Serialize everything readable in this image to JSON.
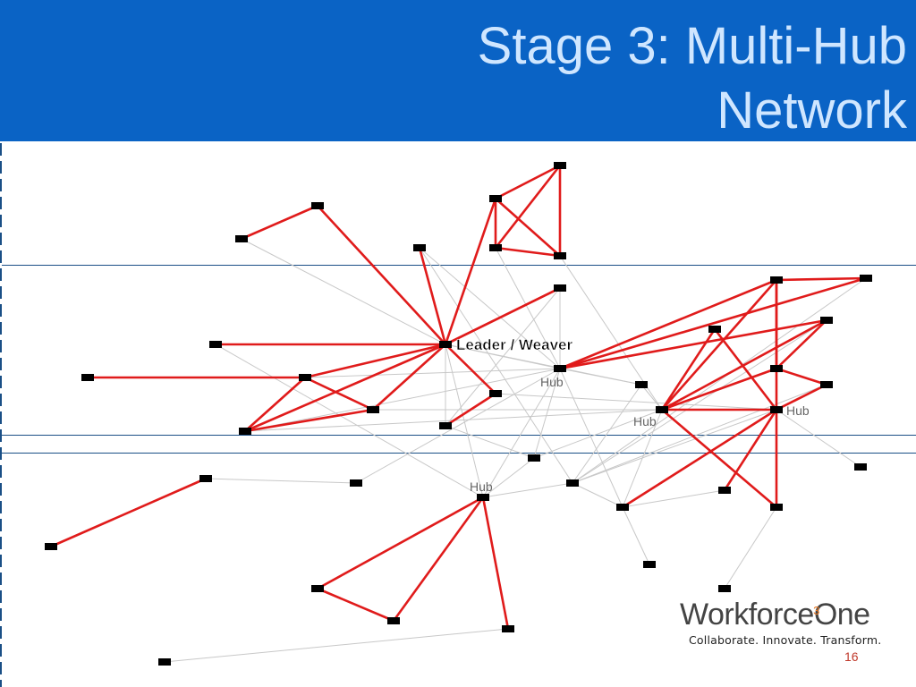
{
  "slide": {
    "title_line1": "Stage 3: Multi-Hub",
    "title_line2": "Network",
    "page_number": "16"
  },
  "logo": {
    "word_before": "Workforc",
    "ring_letter": "e",
    "superscript": "3",
    "word_after": "One",
    "tagline": "Collaborate.  Innovate.  Transform."
  },
  "colors": {
    "header_bg": "#0a63c5",
    "title_text": "#cfe6ff",
    "strong_tie": "#e01b1b",
    "weak_tie": "#c8c8c8",
    "node": "#000000",
    "logo_accent": "#e87722"
  },
  "network": {
    "labels": [
      {
        "node": "n_leader",
        "text": "Leader / Weaver",
        "style": "bold"
      },
      {
        "node": "n_hub1",
        "text": "Hub",
        "style": "gray"
      },
      {
        "node": "n_hub2",
        "text": "Hub",
        "style": "gray"
      },
      {
        "node": "n_hub3",
        "text": "Hub",
        "style": "gray"
      },
      {
        "node": "n_hub4",
        "text": "Hub",
        "style": "gray"
      }
    ],
    "strong_edges": [
      [
        "n_t1",
        "n_t2"
      ],
      [
        "n_t1",
        "n_t3"
      ],
      [
        "n_t1",
        "n_t4"
      ],
      [
        "n_t2",
        "n_t3"
      ],
      [
        "n_t2",
        "n_t4"
      ],
      [
        "n_t3",
        "n_t4"
      ],
      [
        "n_leader",
        "n_t2"
      ],
      [
        "n_leader",
        "n_a"
      ],
      [
        "n_leader",
        "n_b"
      ],
      [
        "n_leader",
        "n_c"
      ],
      [
        "n_leader",
        "n_d"
      ],
      [
        "n_leader",
        "n_e"
      ],
      [
        "n_leader",
        "n_f"
      ],
      [
        "n_leader",
        "n_g"
      ],
      [
        "n_leader",
        "n_h"
      ],
      [
        "n_leader",
        "n_i"
      ],
      [
        "n_a",
        "n_left1"
      ],
      [
        "n_e",
        "n_far_left"
      ],
      [
        "n_e",
        "n_f"
      ],
      [
        "n_e",
        "n_i"
      ],
      [
        "n_f",
        "n_i"
      ],
      [
        "n_h",
        "n_j"
      ],
      [
        "n_hub1",
        "n_r1"
      ],
      [
        "n_hub1",
        "n_r2"
      ],
      [
        "n_hub1",
        "n_r3"
      ],
      [
        "n_hub2",
        "n_r4"
      ],
      [
        "n_hub2",
        "n_r5"
      ],
      [
        "n_hub2",
        "n_r1"
      ],
      [
        "n_hub2",
        "n_r3"
      ],
      [
        "n_hub2",
        "n_bot2"
      ],
      [
        "n_hub2",
        "n_hub4"
      ],
      [
        "n_r1",
        "n_r5"
      ],
      [
        "n_r1",
        "n_r2"
      ],
      [
        "n_r1",
        "n_hub4"
      ],
      [
        "n_r5",
        "n_r6"
      ],
      [
        "n_r5",
        "n_rr"
      ],
      [
        "n_r6",
        "n_hub4"
      ],
      [
        "n_r4",
        "n_hub4"
      ],
      [
        "n_hub4",
        "n_bot1"
      ],
      [
        "n_hub4",
        "n_bot2"
      ],
      [
        "n_hub3",
        "n_s1"
      ],
      [
        "n_hub3",
        "n_s2"
      ],
      [
        "n_hub3",
        "n_s3"
      ],
      [
        "n_s1",
        "n_s2"
      ],
      [
        "n_ll",
        "n_k"
      ]
    ],
    "weak_edges": [
      [
        "n_left1",
        "n_leader"
      ],
      [
        "n_t3",
        "n_hub1"
      ],
      [
        "n_t4",
        "n_hub2"
      ],
      [
        "n_b",
        "n_hub1"
      ],
      [
        "n_leader",
        "n_hub1"
      ],
      [
        "n_leader",
        "n_hub3"
      ],
      [
        "n_leader",
        "n_m"
      ],
      [
        "n_leader",
        "n_j"
      ],
      [
        "n_hub1",
        "n_m"
      ],
      [
        "n_hub1",
        "n_x1"
      ],
      [
        "n_hub1",
        "n_hub3"
      ],
      [
        "n_h",
        "n_hub4"
      ],
      [
        "n_f",
        "n_hub2"
      ],
      [
        "n_i",
        "n_hub1"
      ],
      [
        "n_j",
        "n_x1"
      ],
      [
        "n_m",
        "n_x2"
      ],
      [
        "n_x1",
        "n_hub2"
      ],
      [
        "n_x2",
        "n_hub4"
      ],
      [
        "n_x2",
        "n_bot1"
      ],
      [
        "n_x2",
        "n_r3"
      ],
      [
        "n_hub3",
        "n_x1"
      ],
      [
        "n_hub3",
        "n_x2"
      ],
      [
        "n_bot1",
        "n_hub2"
      ],
      [
        "n_bot1",
        "n_x3"
      ],
      [
        "n_bot1",
        "n_bot3"
      ],
      [
        "n_bot2",
        "n_bot4"
      ],
      [
        "n_hub4",
        "n_rr2"
      ],
      [
        "n_k",
        "n_mid"
      ],
      [
        "n_mid",
        "n_hub1"
      ],
      [
        "n_s3",
        "n_far"
      ],
      [
        "n_b",
        "n_x2"
      ],
      [
        "n_c",
        "n_hub3"
      ],
      [
        "n_hub1",
        "n_bot1"
      ],
      [
        "n_r2",
        "n_x2"
      ],
      [
        "n_d",
        "n_j"
      ],
      [
        "n_i",
        "n_hub2"
      ],
      [
        "n_m",
        "n_hub2"
      ],
      [
        "n_e",
        "n_hub1"
      ],
      [
        "n_g",
        "n_hub1"
      ],
      [
        "n_r6",
        "n_x2"
      ]
    ]
  }
}
